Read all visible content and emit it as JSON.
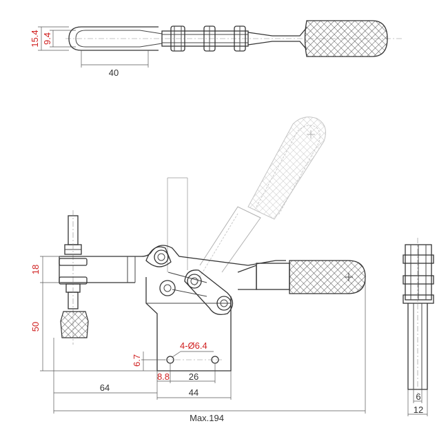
{
  "colors": {
    "outline": "#333333",
    "dimension_text_red": "#d02020",
    "dimension_text_dark": "#333333",
    "phantom": "#b0b0b0",
    "grip_pattern": "#555555"
  },
  "dimensions": {
    "top_height_outer": "15.4",
    "top_height_inner": "9.4",
    "top_width": "40",
    "spindle_height": "18",
    "base_height": "50",
    "hole_offset_v": "6.7",
    "hole_spec": "4-Ø6.4",
    "hole_offset_h": "8.8",
    "hole_spacing": "26",
    "base_width": "44",
    "spindle_to_base": "64",
    "max_length": "Max.194",
    "side_inner_width": "6",
    "side_outer_width": "12"
  }
}
